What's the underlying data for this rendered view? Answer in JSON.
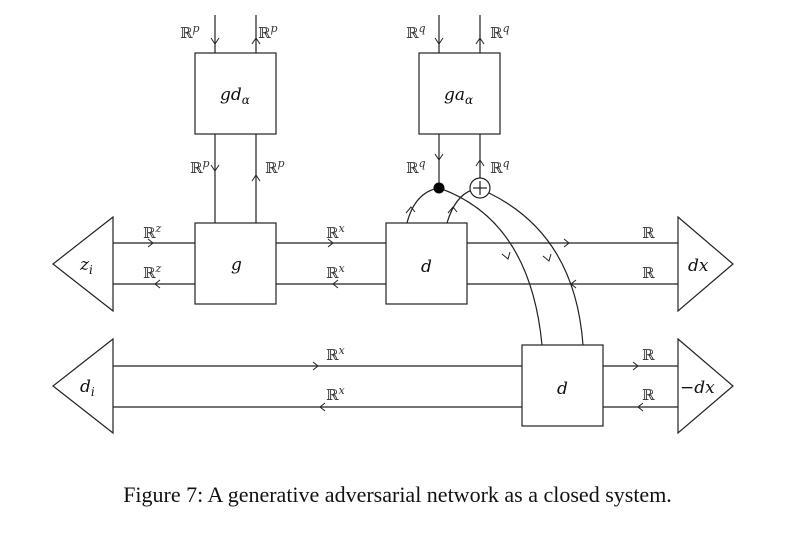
{
  "diagram": {
    "title": "GAN closed system string diagram",
    "boxes": {
      "gd_alpha": {
        "base": "gd",
        "sub": "α"
      },
      "ga_alpha": {
        "base": "ga",
        "sub": "α"
      },
      "g": {
        "label": "g"
      },
      "d_top": {
        "label": "d"
      },
      "d_bottom": {
        "label": "d"
      }
    },
    "terminals": {
      "z_i": {
        "base": "z",
        "sub": "i"
      },
      "d_i": {
        "base": "d",
        "sub": "i"
      },
      "dx": {
        "label": "dx"
      },
      "neg_dx": {
        "label": "−dx"
      }
    },
    "wire_labels": {
      "R": "ℝ",
      "p": "p",
      "q": "q",
      "z": "z",
      "x": "x"
    },
    "nodes": {
      "copy": "copy-dot",
      "add": "⊕"
    }
  },
  "caption": "Figure 7: A generative adversarial network as a closed system."
}
